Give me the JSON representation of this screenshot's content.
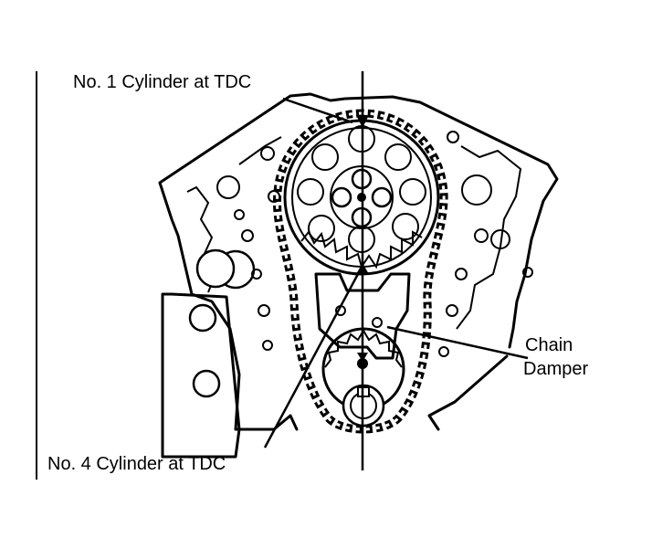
{
  "labels": {
    "no1_tdc": "No. 1 Cylinder at TDC",
    "chain": "Chain",
    "damper": "Damper",
    "no4_tdc": "No. 4 Cylinder at TDC"
  },
  "colors": {
    "ink": "#000000",
    "paper": "#ffffff"
  }
}
